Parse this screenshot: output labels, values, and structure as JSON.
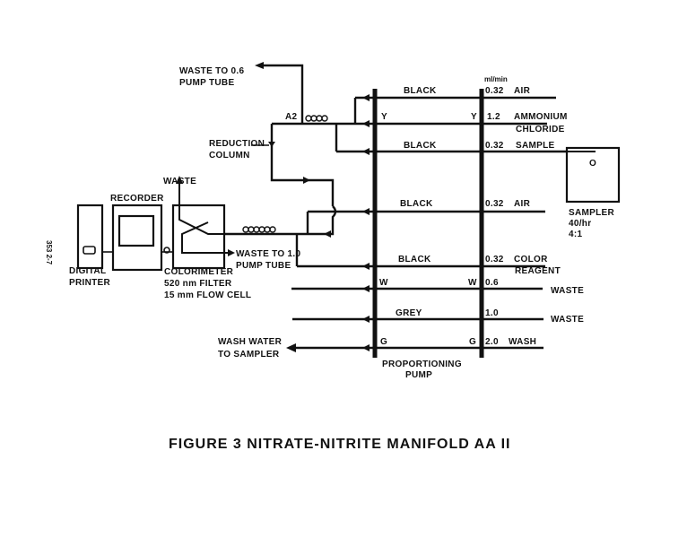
{
  "figure": {
    "caption": "FIGURE 3 NITRATE-NITRITE MANIFOLD AA II",
    "side_note": "353 2-7"
  },
  "components": {
    "digital_printer": [
      "DIGITAL",
      "PRINTER"
    ],
    "recorder": "RECORDER",
    "colorimeter": [
      "COLORIMETER",
      "520 nm FILTER",
      "15 mm FLOW CELL"
    ],
    "waste_top": "WASTE",
    "waste_to_lo": [
      "WASTE TO 1.0",
      "PUMP TUBE"
    ],
    "waste_to_06": [
      "WASTE TO 0.6",
      "PUMP TUBE"
    ],
    "reduction_column": [
      "REDUCTION",
      "COLUMN"
    ],
    "a2_label": "A2",
    "wash_water": [
      "WASH WATER",
      "TO SAMPLER"
    ],
    "sampler": [
      "SAMPLER",
      "40/hr",
      "4:1"
    ],
    "sampler_probe": "O",
    "pump": [
      "PROPORTIONING",
      "PUMP"
    ],
    "flow_unit": "ml/min"
  },
  "pump_lines": [
    {
      "id": "air-1",
      "tube_color": "BLACK",
      "left_code": "",
      "right_code": "",
      "flow": "0.32",
      "reagent": [
        "AIR"
      ]
    },
    {
      "id": "ammonium-chloride",
      "tube_color": "",
      "left_code": "Y",
      "right_code": "Y",
      "flow": "1.2",
      "reagent": [
        "AMMONIUM",
        "CHLORIDE"
      ]
    },
    {
      "id": "sample",
      "tube_color": "BLACK",
      "left_code": "",
      "right_code": "",
      "flow": "0.32",
      "reagent": [
        "SAMPLE"
      ]
    },
    {
      "id": "air-2",
      "tube_color": "BLACK",
      "left_code": "",
      "right_code": "",
      "flow": "0.32",
      "reagent": [
        "AIR"
      ]
    },
    {
      "id": "color-reagent",
      "tube_color": "BLACK",
      "left_code": "",
      "right_code": "",
      "flow": "0.32",
      "reagent": [
        "COLOR",
        "REAGENT"
      ]
    },
    {
      "id": "waste-1",
      "tube_color": "",
      "left_code": "W",
      "right_code": "W",
      "flow": "0.6",
      "reagent": [
        "WASTE"
      ]
    },
    {
      "id": "waste-2",
      "tube_color": "GREY",
      "left_code": "",
      "right_code": "",
      "flow": "1.0",
      "reagent": [
        "WASTE"
      ]
    },
    {
      "id": "wash",
      "tube_color": "",
      "left_code": "G",
      "right_code": "G",
      "flow": "2.0",
      "reagent": [
        "WASH"
      ]
    }
  ]
}
